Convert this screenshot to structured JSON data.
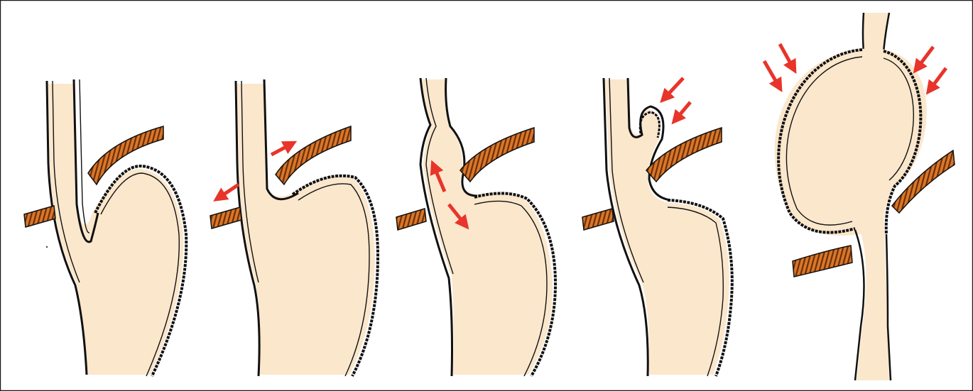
{
  "figure": {
    "panel_count": 5,
    "colors": {
      "tissue": "#fbe7cc",
      "wall": "#111111",
      "muscle": "#d9772a",
      "muscle_stripe": "#6b2e06",
      "arrow": "#e8342a",
      "frame": "#1a1a1a"
    },
    "panels": [
      {
        "name": "panel-1",
        "arrows": 0
      },
      {
        "name": "panel-2",
        "arrows": 2
      },
      {
        "name": "panel-3",
        "arrows": 2
      },
      {
        "name": "panel-4",
        "arrows": 2
      },
      {
        "name": "panel-5",
        "arrows": 4
      }
    ]
  }
}
